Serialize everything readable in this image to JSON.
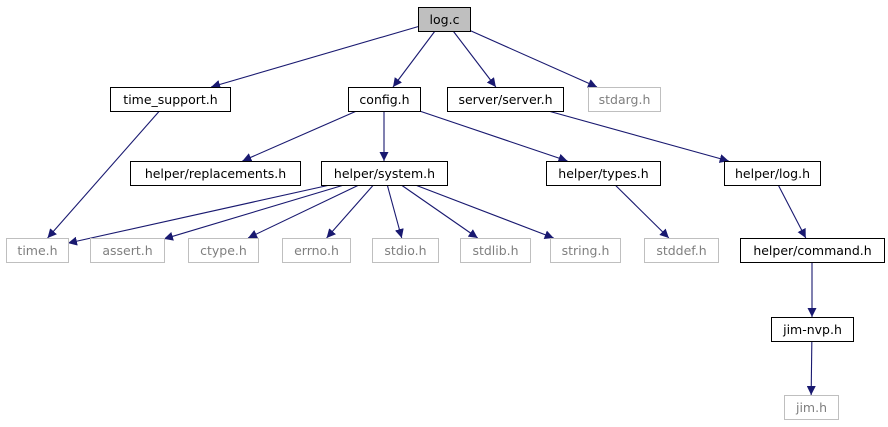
{
  "colors": {
    "edge": "#191970",
    "root_fill": "#bfbfbf",
    "box_stroke": "#000000",
    "system_header_stroke": "#bfbfbf",
    "system_header_text": "#7f7f7f",
    "project_text": "#000000"
  },
  "diagram": {
    "nodes": [
      {
        "id": "log_c",
        "label": "log.c",
        "kind": "root"
      },
      {
        "id": "time_support_h",
        "label": "time_support.h",
        "kind": "project"
      },
      {
        "id": "config_h",
        "label": "config.h",
        "kind": "project"
      },
      {
        "id": "server_server_h",
        "label": "server/server.h",
        "kind": "project"
      },
      {
        "id": "stdarg_h",
        "label": "stdarg.h",
        "kind": "system"
      },
      {
        "id": "helper_replacements_h",
        "label": "helper/replacements.h",
        "kind": "project"
      },
      {
        "id": "helper_system_h",
        "label": "helper/system.h",
        "kind": "project"
      },
      {
        "id": "helper_types_h",
        "label": "helper/types.h",
        "kind": "project"
      },
      {
        "id": "helper_log_h",
        "label": "helper/log.h",
        "kind": "project"
      },
      {
        "id": "time_h",
        "label": "time.h",
        "kind": "system"
      },
      {
        "id": "assert_h",
        "label": "assert.h",
        "kind": "system"
      },
      {
        "id": "ctype_h",
        "label": "ctype.h",
        "kind": "system"
      },
      {
        "id": "errno_h",
        "label": "errno.h",
        "kind": "system"
      },
      {
        "id": "stdio_h",
        "label": "stdio.h",
        "kind": "system"
      },
      {
        "id": "stdlib_h",
        "label": "stdlib.h",
        "kind": "system"
      },
      {
        "id": "string_h",
        "label": "string.h",
        "kind": "system"
      },
      {
        "id": "stddef_h",
        "label": "stddef.h",
        "kind": "system"
      },
      {
        "id": "helper_command_h",
        "label": "helper/command.h",
        "kind": "project"
      },
      {
        "id": "jim_nvp_h",
        "label": "jim-nvp.h",
        "kind": "project"
      },
      {
        "id": "jim_h",
        "label": "jim.h",
        "kind": "system"
      }
    ],
    "edges": [
      {
        "from": "log_c",
        "to": "time_support_h"
      },
      {
        "from": "log_c",
        "to": "config_h"
      },
      {
        "from": "log_c",
        "to": "server_server_h"
      },
      {
        "from": "log_c",
        "to": "stdarg_h"
      },
      {
        "from": "time_support_h",
        "to": "time_h"
      },
      {
        "from": "config_h",
        "to": "helper_replacements_h"
      },
      {
        "from": "config_h",
        "to": "helper_system_h"
      },
      {
        "from": "config_h",
        "to": "helper_types_h"
      },
      {
        "from": "server_server_h",
        "to": "helper_log_h"
      },
      {
        "from": "helper_system_h",
        "to": "time_h"
      },
      {
        "from": "helper_system_h",
        "to": "assert_h"
      },
      {
        "from": "helper_system_h",
        "to": "ctype_h"
      },
      {
        "from": "helper_system_h",
        "to": "errno_h"
      },
      {
        "from": "helper_system_h",
        "to": "stdio_h"
      },
      {
        "from": "helper_system_h",
        "to": "stdlib_h"
      },
      {
        "from": "helper_system_h",
        "to": "string_h"
      },
      {
        "from": "helper_types_h",
        "to": "stddef_h"
      },
      {
        "from": "helper_log_h",
        "to": "helper_command_h"
      },
      {
        "from": "helper_command_h",
        "to": "jim_nvp_h"
      },
      {
        "from": "jim_nvp_h",
        "to": "jim_h"
      }
    ]
  }
}
